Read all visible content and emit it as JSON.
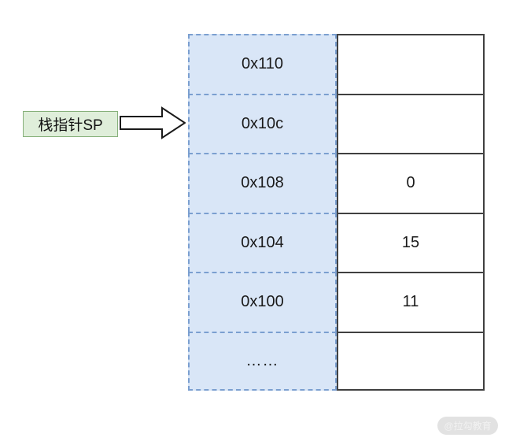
{
  "diagram": {
    "title": "stack-memory-layout",
    "pointer_label": {
      "text": "栈指针SP",
      "fill_color": "#dfeeda",
      "border_color": "#86b07a"
    },
    "arrow": {
      "name": "right-block-arrow",
      "direction": "right",
      "fill_color": "#ffffff",
      "border_color": "#1a1a1a"
    },
    "table": {
      "address_column": {
        "fill_color": "#d9e6f7",
        "border_color": "#7b9fd0",
        "border_style": "dashed"
      },
      "value_column": {
        "fill_color": "#ffffff",
        "border_color": "#404040",
        "border_style": "solid"
      },
      "rows": [
        {
          "address": "0x110",
          "value": ""
        },
        {
          "address": "0x10c",
          "value": ""
        },
        {
          "address": "0x108",
          "value": "0"
        },
        {
          "address": "0x104",
          "value": "15"
        },
        {
          "address": "0x100",
          "value": "11"
        },
        {
          "address": "……",
          "value": ""
        }
      ]
    }
  },
  "watermark": {
    "text": "@拉勾教育"
  }
}
